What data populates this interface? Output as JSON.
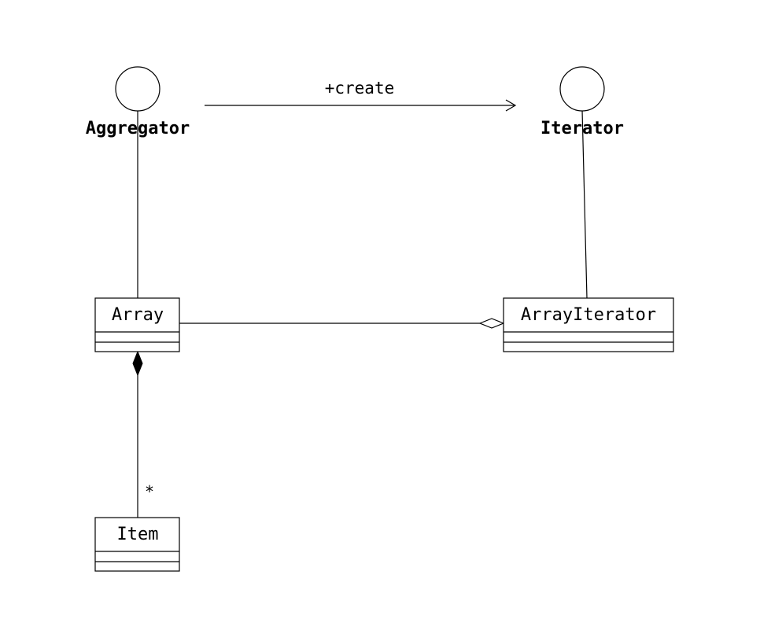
{
  "diagram": {
    "interfaces": [
      {
        "id": "aggregator",
        "name": "Aggregator"
      },
      {
        "id": "iterator",
        "name": "Iterator"
      }
    ],
    "classes": [
      {
        "id": "array",
        "name": "Array"
      },
      {
        "id": "array-iterator",
        "name": "ArrayIterator"
      },
      {
        "id": "item",
        "name": "Item"
      }
    ],
    "relations": [
      {
        "id": "create",
        "type": "dependency",
        "from": "Aggregator",
        "to": "Iterator",
        "label": "+create"
      },
      {
        "id": "array-aggregator",
        "type": "realization",
        "from": "Array",
        "to": "Aggregator"
      },
      {
        "id": "arrayiterator-iterator",
        "type": "realization",
        "from": "ArrayIterator",
        "to": "Iterator"
      },
      {
        "id": "arrayiterator-array",
        "type": "aggregation",
        "from": "ArrayIterator",
        "to": "Array"
      },
      {
        "id": "array-item",
        "type": "composition",
        "from": "Array",
        "to": "Item",
        "multiplicity": "*"
      }
    ]
  }
}
